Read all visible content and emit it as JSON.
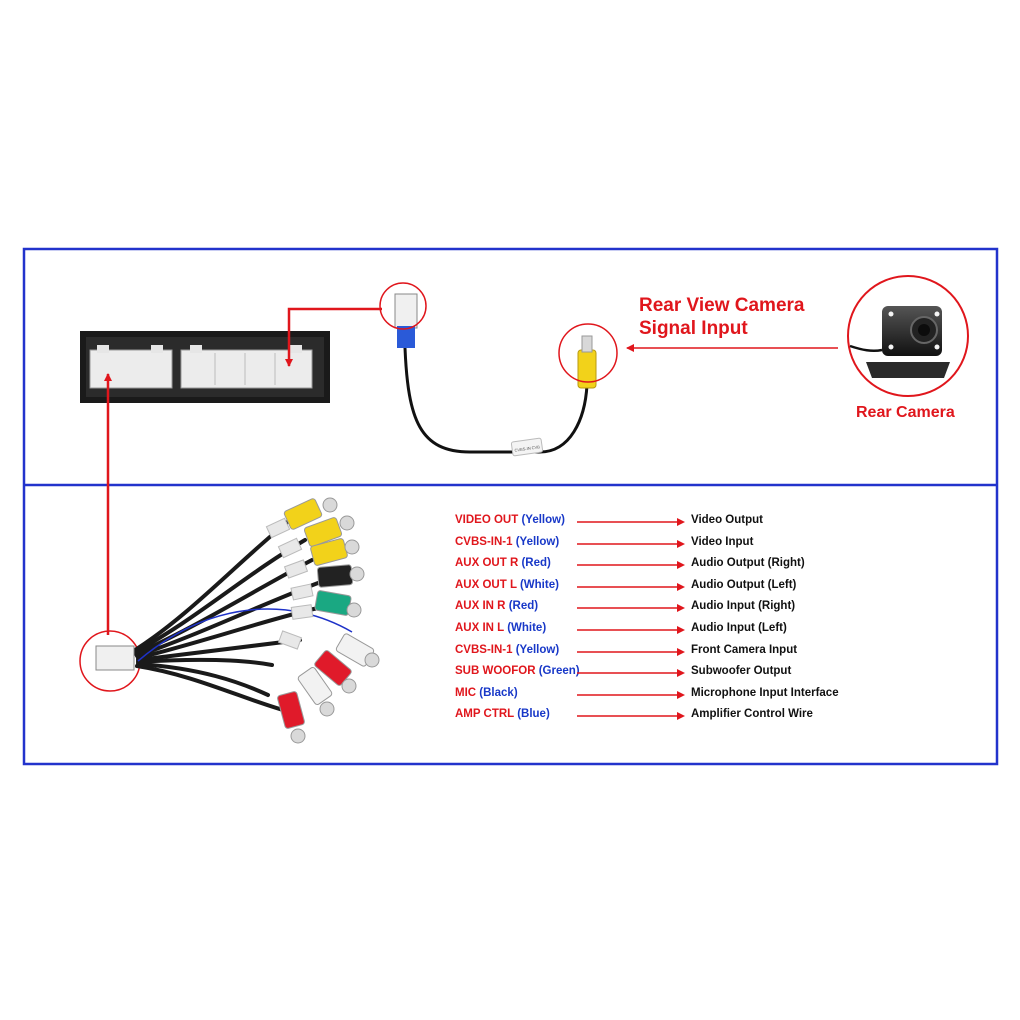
{
  "camera": {
    "signal_title_line1": "Rear View Camera",
    "signal_title_line2": "Signal Input",
    "rear_camera_label": "Rear Camera",
    "cable_tag_text": "CVBS-IN CVB"
  },
  "wiring": [
    {
      "name": "VIDEO OUT",
      "color": "(Yellow)",
      "function": "Video Output"
    },
    {
      "name": "CVBS-IN-1",
      "color": "(Yellow)",
      "function": "Video Input"
    },
    {
      "name": "AUX OUT R",
      "color": "(Red)",
      "function": "Audio Output (Right)"
    },
    {
      "name": "AUX OUT L",
      "color": "(White)",
      "function": "Audio Output (Left)"
    },
    {
      "name": "AUX IN R",
      "color": "(Red)",
      "function": "Audio Input (Right)"
    },
    {
      "name": "AUX IN L",
      "color": "(White)",
      "function": "Audio Input (Left)"
    },
    {
      "name": "CVBS-IN-1",
      "color": "(Yellow)",
      "function": "Front Camera Input"
    },
    {
      "name": "SUB WOOFOR",
      "color": "(Green)",
      "function": "Subwoofer Output"
    },
    {
      "name": "MIC",
      "color": "(Black)",
      "function": "Microphone Input Interface"
    },
    {
      "name": "AMP CTRL",
      "color": "(Blue)",
      "function": "Amplifier Control Wire"
    }
  ],
  "colors": {
    "frame_blue": "#2233cc",
    "label_red": "#e0161c",
    "label_blue": "#1838c8",
    "rca_yellow": "#f2d21a",
    "rca_red": "#e01a2a",
    "rca_white": "#f2f2f2",
    "rca_green": "#1aa882",
    "rca_black": "#222222"
  }
}
